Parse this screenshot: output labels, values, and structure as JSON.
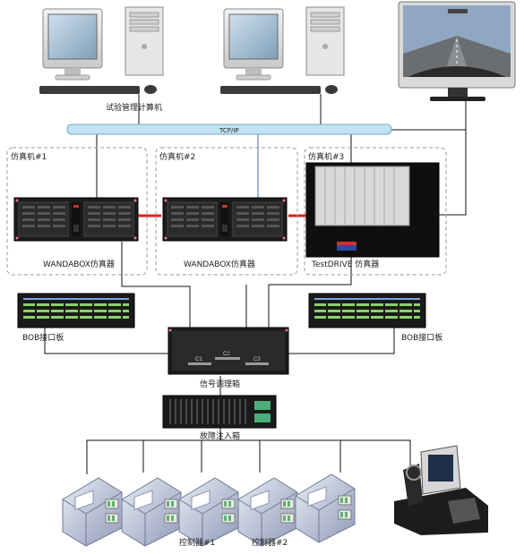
{
  "labels": {
    "test_pc": "试验管理计算机",
    "network": "TCP/IP",
    "sim1_group": "仿真机#1",
    "sim2_group": "仿真机#2",
    "sim3_group": "仿真机#3",
    "sim1_name": "WANDABOX仿真器",
    "sim2_name": "WANDABOX仿真器",
    "sim3_name": "TestDRIVE 仿真器",
    "bob_left": "BOB接口板",
    "bob_right": "BOB接口板",
    "signal_box": "信号调理箱",
    "signal_slot_1": "C1",
    "signal_slot_2": "C2",
    "signal_slot_3": "C3",
    "fault_box": "故障注入箱",
    "controller_1": "控制器#1",
    "controller_2": "控制器#2"
  },
  "colors": {
    "line": "#111111",
    "network_bar": "#bfe3f4",
    "network_line": "#4a6fb5",
    "red_link": "#e0201c",
    "dash": "#999999"
  },
  "icons": [
    "desktop-computer-icon",
    "driving-scene-monitor-icon",
    "rack-simulator-icon",
    "bob-panel-icon",
    "signal-box-icon",
    "fault-box-icon",
    "ecu-controller-icon",
    "driving-seat-icon"
  ]
}
